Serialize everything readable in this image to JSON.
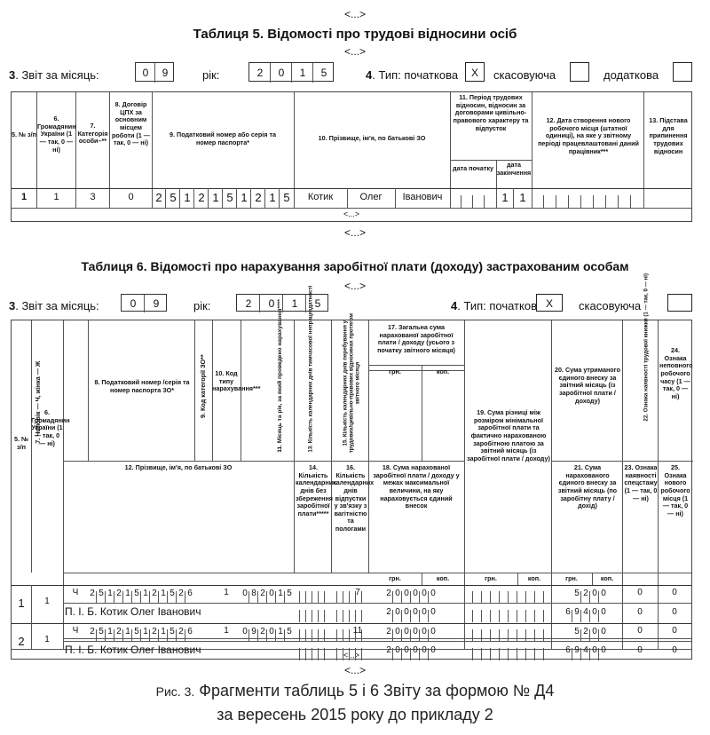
{
  "ellipsis": "<...>",
  "t5": {
    "title": "Таблиця 5. Відомості про трудові відносини осіб",
    "month_label": "3. Звіт за місяць:",
    "month": [
      "0",
      "9"
    ],
    "year_label": "рік:",
    "year": [
      "2",
      "0",
      "1",
      "5"
    ],
    "type_label": "4. Тип: початкова",
    "type_mark": "X",
    "cancel_label": "скасовуюча",
    "add_label": "додаткова",
    "headers": {
      "h5": "5. № з/п",
      "h6": "6. Громадянин України (1 — так, 0 — ні)",
      "h7": "7. Категорія особи–**",
      "h8": "8. Договір ЦПХ за основним місцем роботи (1 — так, 0 — ні)",
      "h9": "9. Податковий номер або серія та номер паспорта*",
      "h10": "10. Прізвище, ім'я, по батькові ЗО",
      "h11": "11. Період трудових відносин, відносин за договорами цивільно-правового характеру та відпусток",
      "h11a": "дата початку",
      "h11b": "дата закінчення",
      "h12": "12. Дата створення нового робочого місця (штатної одиниці), на яке у звітному періоді працевлаштовані даний працівник***",
      "h13": "13. Підстава для припинення трудових відносин"
    },
    "row": {
      "n": "1",
      "citizen": "1",
      "category": "3",
      "gph": "0",
      "tax": [
        "2",
        "5",
        "1",
        "2",
        "1",
        "5",
        "1",
        "2",
        "1",
        "5"
      ],
      "surname": "Котик",
      "name": "Олег",
      "patronymic": "Іванович",
      "end_date": [
        "1",
        "1"
      ]
    }
  },
  "t6": {
    "title": "Таблиця 6. Відомості про нарахування заробітної плати (доходу) застрахованим особам",
    "month_label": "3. Звіт за місяць:",
    "month": [
      "0",
      "9"
    ],
    "year_label": "рік:",
    "year": [
      "2",
      "0",
      "1",
      "5"
    ],
    "type_label": "4. Тип: початкова",
    "type_mark": "X",
    "cancel_label": "скасовуюча",
    "headers": {
      "h5": "5. № з/п",
      "h6": "6. Громадянин України (1 — так, 0 — ні)",
      "h7": "7. Чоловік — Ч, жінка — Ж",
      "h8": "8. Податковий номер /серія та номер паспорта ЗО*",
      "h9": "9. Код категорії ЗО**",
      "h10": "10. Код типу нарахування***",
      "h11": "11. Місяць та рік, за який проведено нарахування****",
      "h13": "13. Кількість календарних днів тимчасової непрацездатності",
      "h15": "15. Кількість календарних днів перебування у трудових/цивільно-правових відносинах протягом звітного місяця",
      "h17": "17. Загальна сума нарахованої заробітної плати / доходу (усього з початку звітного місяця)",
      "grn": "грн.",
      "kop": "коп.",
      "h12": "12. Прізвище, ім'я, по батькові ЗО",
      "h14": "14. Кількість календарних днів без збереження заробітної плати*****",
      "h16": "16. Кількість календарних днів відпустки у зв'язку з вагітністю та пологами",
      "h18": "18. Сума нарахованої заробітної плати / доходу у межах максимальної величини, на яку нараховується єдиний внесок",
      "h19": "19. Сума різниці між розміром мінімальної заробітної плати та фактично нарахованою заробітною платою за звітний місяць (із заробітної плати / доходу)",
      "h20": "20. Сума утриманого єдиного внеску за звітний місяць (із заробітної плати / доходу)",
      "h21": "21. Сума нарахованого єдиного внеску за звітний місяць (по заробітну плату / дохід)",
      "h22": "22. Ознака наявності трудової книжки (1 — так, 0 — ні)",
      "h23": "23. Ознака наявності спецстажу (1 — так, 0 — ні)",
      "h24": "24. Ознака неповного робочого часу (1 — так, 0 — ні)",
      "h25": "25. Ознака нового робочого місця (1 — так, 0 — ні)"
    },
    "rows": [
      {
        "n": "1",
        "citizen": "1",
        "sex": "Ч",
        "tax": [
          "2",
          "5",
          "1",
          "2",
          "1",
          "5",
          "1",
          "2",
          "1",
          "5",
          "2",
          "6"
        ],
        "code_type": "1",
        "period": [
          "0",
          "8",
          "2",
          "0",
          "1",
          "5"
        ],
        "days": "7",
        "total": [
          "2",
          "0",
          "0",
          "0",
          "0",
          "0"
        ],
        "withheld": [
          "5",
          "2",
          "0",
          "0"
        ],
        "accrued": [
          "6",
          "9",
          "4",
          "0",
          "0"
        ],
        "max": [
          "2",
          "0",
          "0",
          "0",
          "0",
          "0"
        ],
        "fio": "П. І. Б. Котик Олег Іванович",
        "f22": "0",
        "f23": "0",
        "f24": "0",
        "f25": "0"
      },
      {
        "n": "2",
        "citizen": "1",
        "sex": "Ч",
        "tax": [
          "2",
          "5",
          "1",
          "2",
          "1",
          "5",
          "1",
          "2",
          "1",
          "5",
          "2",
          "6"
        ],
        "code_type": "1",
        "period": [
          "0",
          "9",
          "2",
          "0",
          "1",
          "5"
        ],
        "days": "11",
        "total": [
          "2",
          "0",
          "0",
          "0",
          "0",
          "0"
        ],
        "withheld": [
          "5",
          "2",
          "0",
          "0"
        ],
        "accrued": [
          "6",
          "9",
          "4",
          "0",
          "0"
        ],
        "max": [
          "2",
          "0",
          "0",
          "0",
          "0",
          "0"
        ],
        "fio": "П. І. Б. Котик Олег Іванович",
        "f22": "0",
        "f23": "0",
        "f24": "0",
        "f25": "0"
      }
    ]
  },
  "caption": {
    "prefix": "Рис. 3.",
    "line1": "Фрагменти таблиць 5 і 6 Звіту за формою № Д4",
    "line2": "за вересень 2015 року до прикладу 2"
  }
}
